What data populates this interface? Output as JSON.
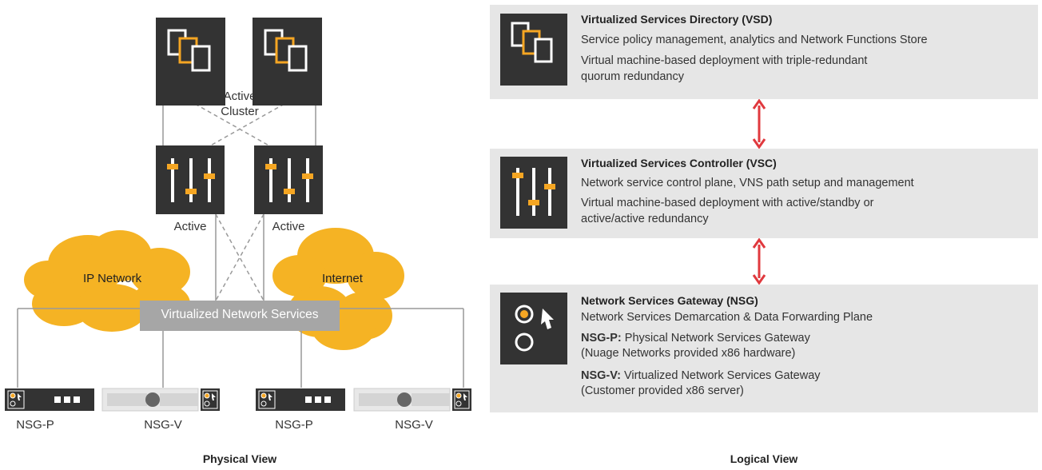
{
  "physical": {
    "caption": "Physical View",
    "cluster_label_1": "Active",
    "cluster_label_2": "Cluster",
    "vsc_left_label": "Active",
    "vsc_right_label": "Active",
    "ip_network_label": "IP Network",
    "internet_label": "Internet",
    "vns_label": "Virtualized Network Services",
    "devices": [
      "NSG-P",
      "NSG-V",
      "NSG-P",
      "NSG-V"
    ]
  },
  "logical": {
    "caption": "Logical View",
    "vsd": {
      "title": "Virtualized Services Directory (VSD)",
      "line1": "Service policy management, analytics and Network Functions Store",
      "line2": "Virtual machine-based deployment with triple-redundant",
      "line3": "quorum redundancy"
    },
    "vsc": {
      "title": "Virtualized Services Controller (VSC)",
      "line1": "Network service control plane, VNS path setup and management",
      "line2": "Virtual machine-based deployment with active/standby or",
      "line3": "active/active redundancy"
    },
    "nsg": {
      "title": "Network Services Gateway (NSG)",
      "line1": "Network Services Demarcation & Data Forwarding Plane",
      "nsgp_bold": "NSG-P:",
      "nsgp_text": " Physical Network Services Gateway",
      "nsgp_line2": "(Nuage Networks provided x86 hardware)",
      "nsgv_bold": "NSG-V:",
      "nsgv_text": " Virtualized Network Services Gateway",
      "nsgv_line2": "(Customer provided x86 server)"
    }
  },
  "colors": {
    "accent": "#f5a623",
    "dark": "#333333",
    "panel": "#e6e6e6",
    "arrow": "#e0393e"
  }
}
